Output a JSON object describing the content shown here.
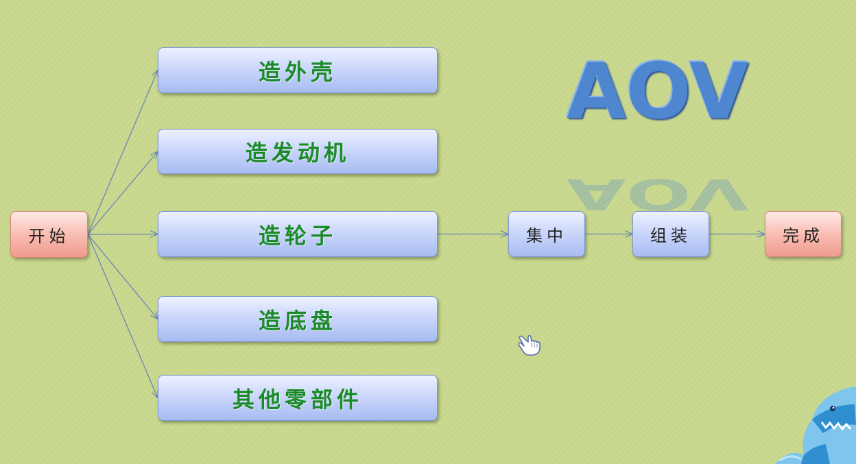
{
  "diagram": {
    "title": "AOV",
    "nodes": [
      {
        "id": "start",
        "label": "开始",
        "style": "pink"
      },
      {
        "id": "shell",
        "label": "造外壳",
        "style": "blue"
      },
      {
        "id": "engine",
        "label": "造发动机",
        "style": "blue"
      },
      {
        "id": "wheels",
        "label": "造轮子",
        "style": "blue"
      },
      {
        "id": "chassis",
        "label": "造底盘",
        "style": "blue"
      },
      {
        "id": "parts",
        "label": "其他零部件",
        "style": "blue"
      },
      {
        "id": "gather",
        "label": "集中",
        "style": "blue"
      },
      {
        "id": "assemble",
        "label": "组装",
        "style": "blue"
      },
      {
        "id": "finish",
        "label": "完成",
        "style": "pink"
      }
    ],
    "edges": [
      {
        "from": "start",
        "to": "shell"
      },
      {
        "from": "start",
        "to": "engine"
      },
      {
        "from": "start",
        "to": "wheels"
      },
      {
        "from": "start",
        "to": "chassis"
      },
      {
        "from": "start",
        "to": "parts"
      },
      {
        "from": "wheels",
        "to": "gather"
      },
      {
        "from": "gather",
        "to": "assemble"
      },
      {
        "from": "assemble",
        "to": "finish"
      }
    ]
  },
  "colors": {
    "background": "#c6d68a",
    "task_text": "#1b8a29",
    "title": "#4e86cf",
    "edge": "#6d84b8"
  },
  "icons": [
    "pointing-hand-cursor-icon",
    "shark-logo-icon"
  ]
}
